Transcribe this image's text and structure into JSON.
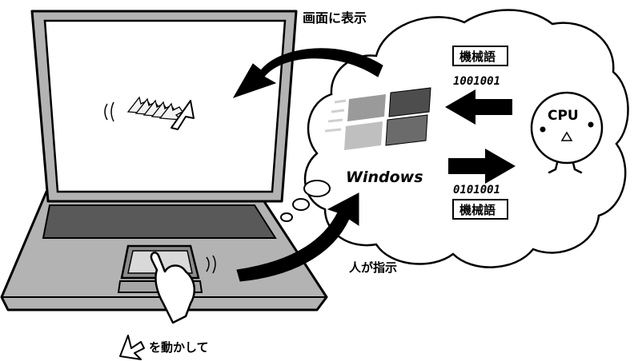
{
  "labels": {
    "display_on_screen": "画面に表示",
    "human_instructs": "人が指示",
    "move_pointer": "を動かして",
    "windows": "Windows",
    "cpu": "CPU",
    "machine_language": "機械語",
    "machine_language_bottom": "機械語",
    "binary_top": "1001001",
    "binary_bottom": "0101001"
  },
  "colors": {
    "body_gray": "#b3b3b3",
    "dark_gray": "#555555",
    "screen_white": "#ffffff",
    "outline": "#000000"
  },
  "icons": [
    "laptop",
    "thought-cloud",
    "windows-logo",
    "cpu-character",
    "mouse-pointer",
    "hand",
    "arrow"
  ]
}
